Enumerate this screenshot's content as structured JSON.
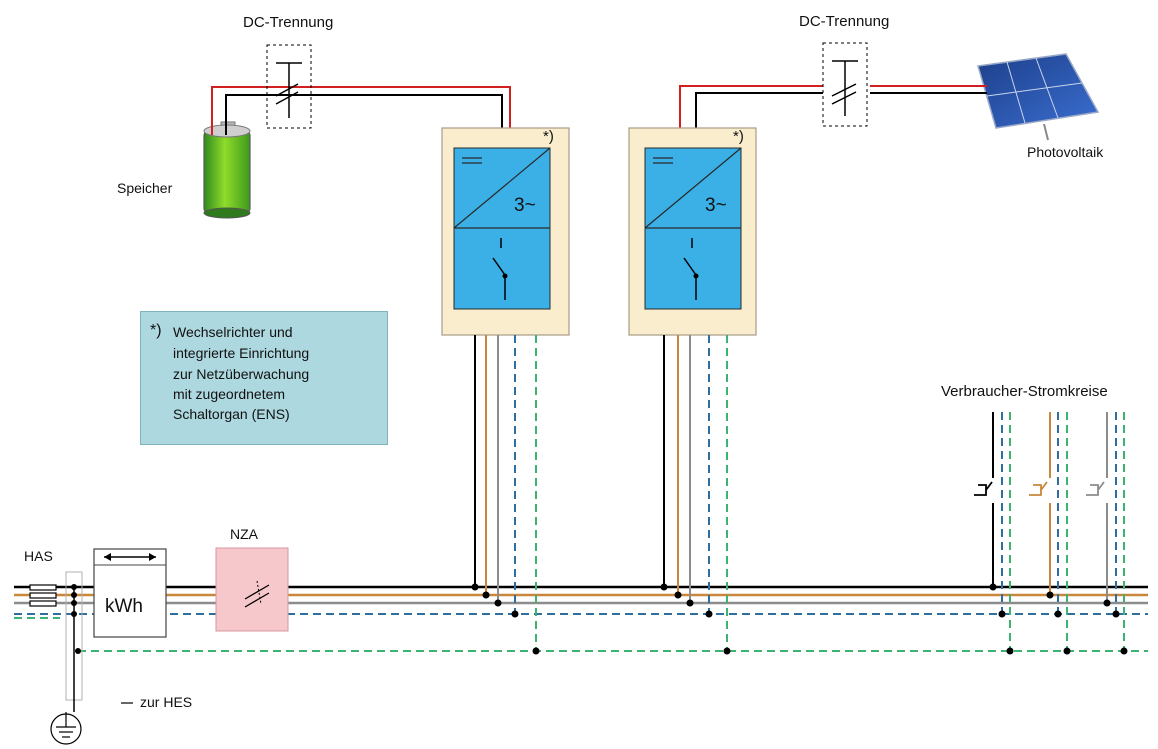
{
  "labels": {
    "dc_left": "DC-Trennung",
    "dc_right": "DC-Trennung",
    "storage": "Speicher",
    "pv": "Photovoltaik",
    "inverter_mark_1": "*)",
    "inverter_mark_2": "*)",
    "inverter_symbol_1": "3~",
    "inverter_symbol_2": "3~",
    "consumers": "Verbraucher-Stromkreise",
    "meter": "kWh",
    "has": "HAS",
    "nza": "NZA",
    "hes": "zur HES"
  },
  "note": {
    "marker": "*)",
    "lines": [
      "Wechselrichter  und",
      "integrierte  Einrichtung",
      "zur Netzüberwachung",
      "mit zugeordnetem",
      "Schaltorgan (ENS)"
    ]
  },
  "colors": {
    "phase_l1": "#000000",
    "phase_l2": "#c8873a",
    "phase_l3": "#8c8c8c",
    "neutral": "#2f6f9f",
    "pe": "#3cb371",
    "dc_plus": "#d21f1f",
    "inverter_frame": "#faedcd",
    "inverter_panel": "#3ab0e6",
    "note_bg": "#add8df",
    "nza_bg": "#f6c7cb"
  }
}
